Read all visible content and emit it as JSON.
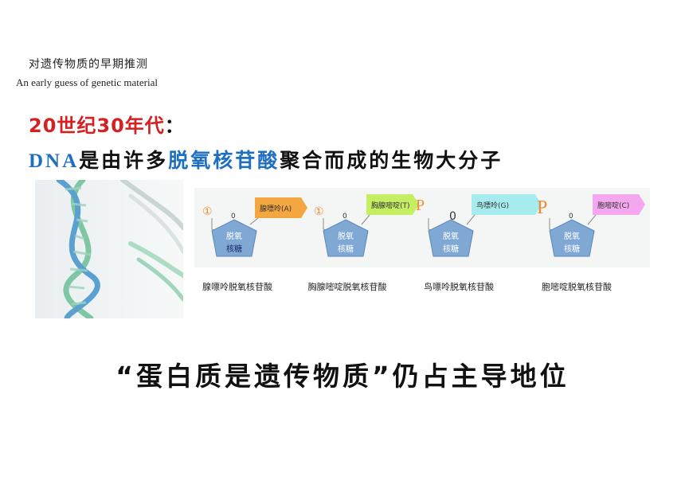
{
  "header": {
    "title_cn": "对遗传物质的早期推测",
    "title_en": "An early guess of genetic material"
  },
  "era": {
    "label": "20世纪30年代",
    "colon": "："
  },
  "statement": {
    "prefix": "DNA",
    "part1": "是由许多",
    "highlight": "脱氧核苷酸",
    "part2": "聚合而成的生物大分子"
  },
  "nucleotides": [
    {
      "phosphate": "①",
      "zero": "0",
      "sugar_line1": "脱氧",
      "sugar_line2": "核糖",
      "base": "腺嘌呤(A)",
      "base_color": "#f4a640",
      "caption": "腺嘌呤脱氧核苷酸"
    },
    {
      "phosphate": "①",
      "zero": "0",
      "sugar_line1": "脱氧",
      "sugar_line2": "核糖",
      "base": "胸腺嘧啶(T)",
      "base_color": "#c6ee62",
      "caption": "胸腺嘧啶脱氧核苷酸"
    },
    {
      "phosphate": "P",
      "zero": "0",
      "sugar_line1": "脱氧",
      "sugar_line2": "核糖",
      "base": "鸟嘌呤(G)",
      "base_color": "#a6ecee",
      "caption": "鸟嘌呤脱氧核苷酸"
    },
    {
      "phosphate": "P",
      "zero": "0",
      "sugar_line1": "脱氧",
      "sugar_line2": "核糖",
      "base": "胞嘧啶(C)",
      "base_color": "#f4a6ee",
      "caption": "胞嘧啶脱氧核苷酸"
    }
  ],
  "claim": "“蛋白质是遗传物质”仍占主导地位",
  "colors": {
    "accent_red": "#d42020",
    "accent_blue": "#1e6fc0",
    "sugar_blue": "#7fa9d4",
    "phosphate_orange": "#f08a30"
  }
}
